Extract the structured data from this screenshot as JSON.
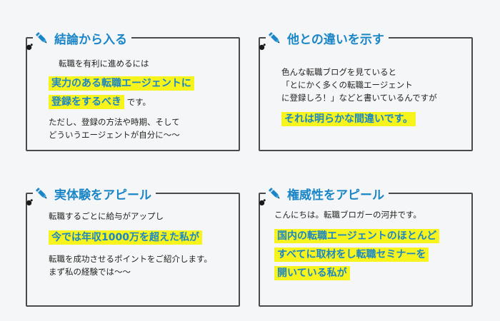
{
  "cards": [
    {
      "title": "結論から入る",
      "intro": "転職を有利に進めるには",
      "hl1": "実力のある転職エージェントに",
      "hl2": "登録をするべき",
      "after": "です。",
      "l1": "ただし、登録の方法や時期、そして",
      "l2": "どういうエージェントが自分に〜〜"
    },
    {
      "title": "他との違いを示す",
      "l1": "色んな転職ブログを見ていると",
      "l2": "「とにかく多くの転職エージェント",
      "l3": "に登録しろ！」などと書いているんですが",
      "hl": "それは明らかな間違いです。"
    },
    {
      "title": "実体験をアピール",
      "intro": "転職するごとに給与がアップし",
      "hl": "今では年収1000万を超えた私が",
      "l1": "転職を成功させるポイントをご紹介します。",
      "l2": "まず私の経験では〜〜"
    },
    {
      "title": "権威性をアピール",
      "intro": "こんにちは。転職ブロガーの河井です。",
      "hl1": "国内の転職エージェントのほとんど",
      "hl2": "すべてに取材をし転職セミナーを",
      "hl3": "開いている私が"
    }
  ],
  "colors": {
    "accent": "#1b86c7",
    "highlight": "#f7f31d",
    "border": "#4a4a4a"
  }
}
